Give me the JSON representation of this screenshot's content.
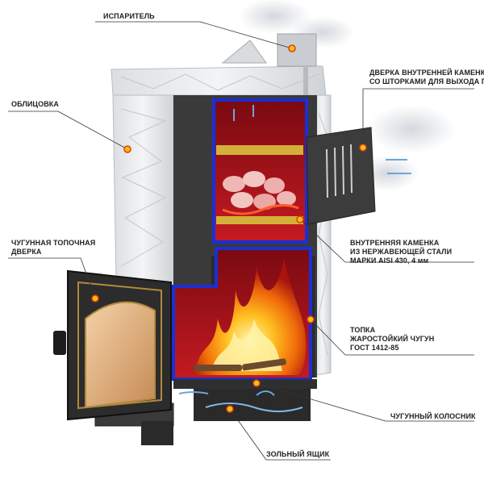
{
  "labels": {
    "evaporator": "ИСПАРИТЕЛЬ",
    "inner_door": [
      "ДВЕРКА ВНУТРЕННЕЙ КАМЕНКИ",
      "СО ШТОРКАМИ ДЛЯ ВЫХОДА ПАРА"
    ],
    "cladding": "ОБЛИЦОВКА",
    "firebox_door": [
      "ЧУГУННАЯ ТОПОЧНАЯ",
      "ДВЕРКА"
    ],
    "inner_heater": [
      "ВНУТРЕННЯЯ КАМЕНКА",
      "ИЗ НЕРЖАВЕЮЩЕЙ СТАЛИ",
      "МАРКИ AISI 430,  4 мм"
    ],
    "firebox": [
      "ТОПКА",
      "ЖАРОСТОЙКИЙ ЧУГУН",
      "ГОСТ 1412-85"
    ],
    "grate": "ЧУГУННЫЙ КОЛОСНИК",
    "ash_box": "ЗОЛЬНЫЙ ЯЩИК"
  },
  "colors": {
    "leader": "#333333",
    "marker_fill": "#f5c400",
    "marker_ring": "#e03a1e",
    "frame_blue": "#1a2fd6",
    "interior_red": "#b0121c",
    "cast_iron": "#3a3a3a",
    "stone": "#e6e8ea"
  }
}
